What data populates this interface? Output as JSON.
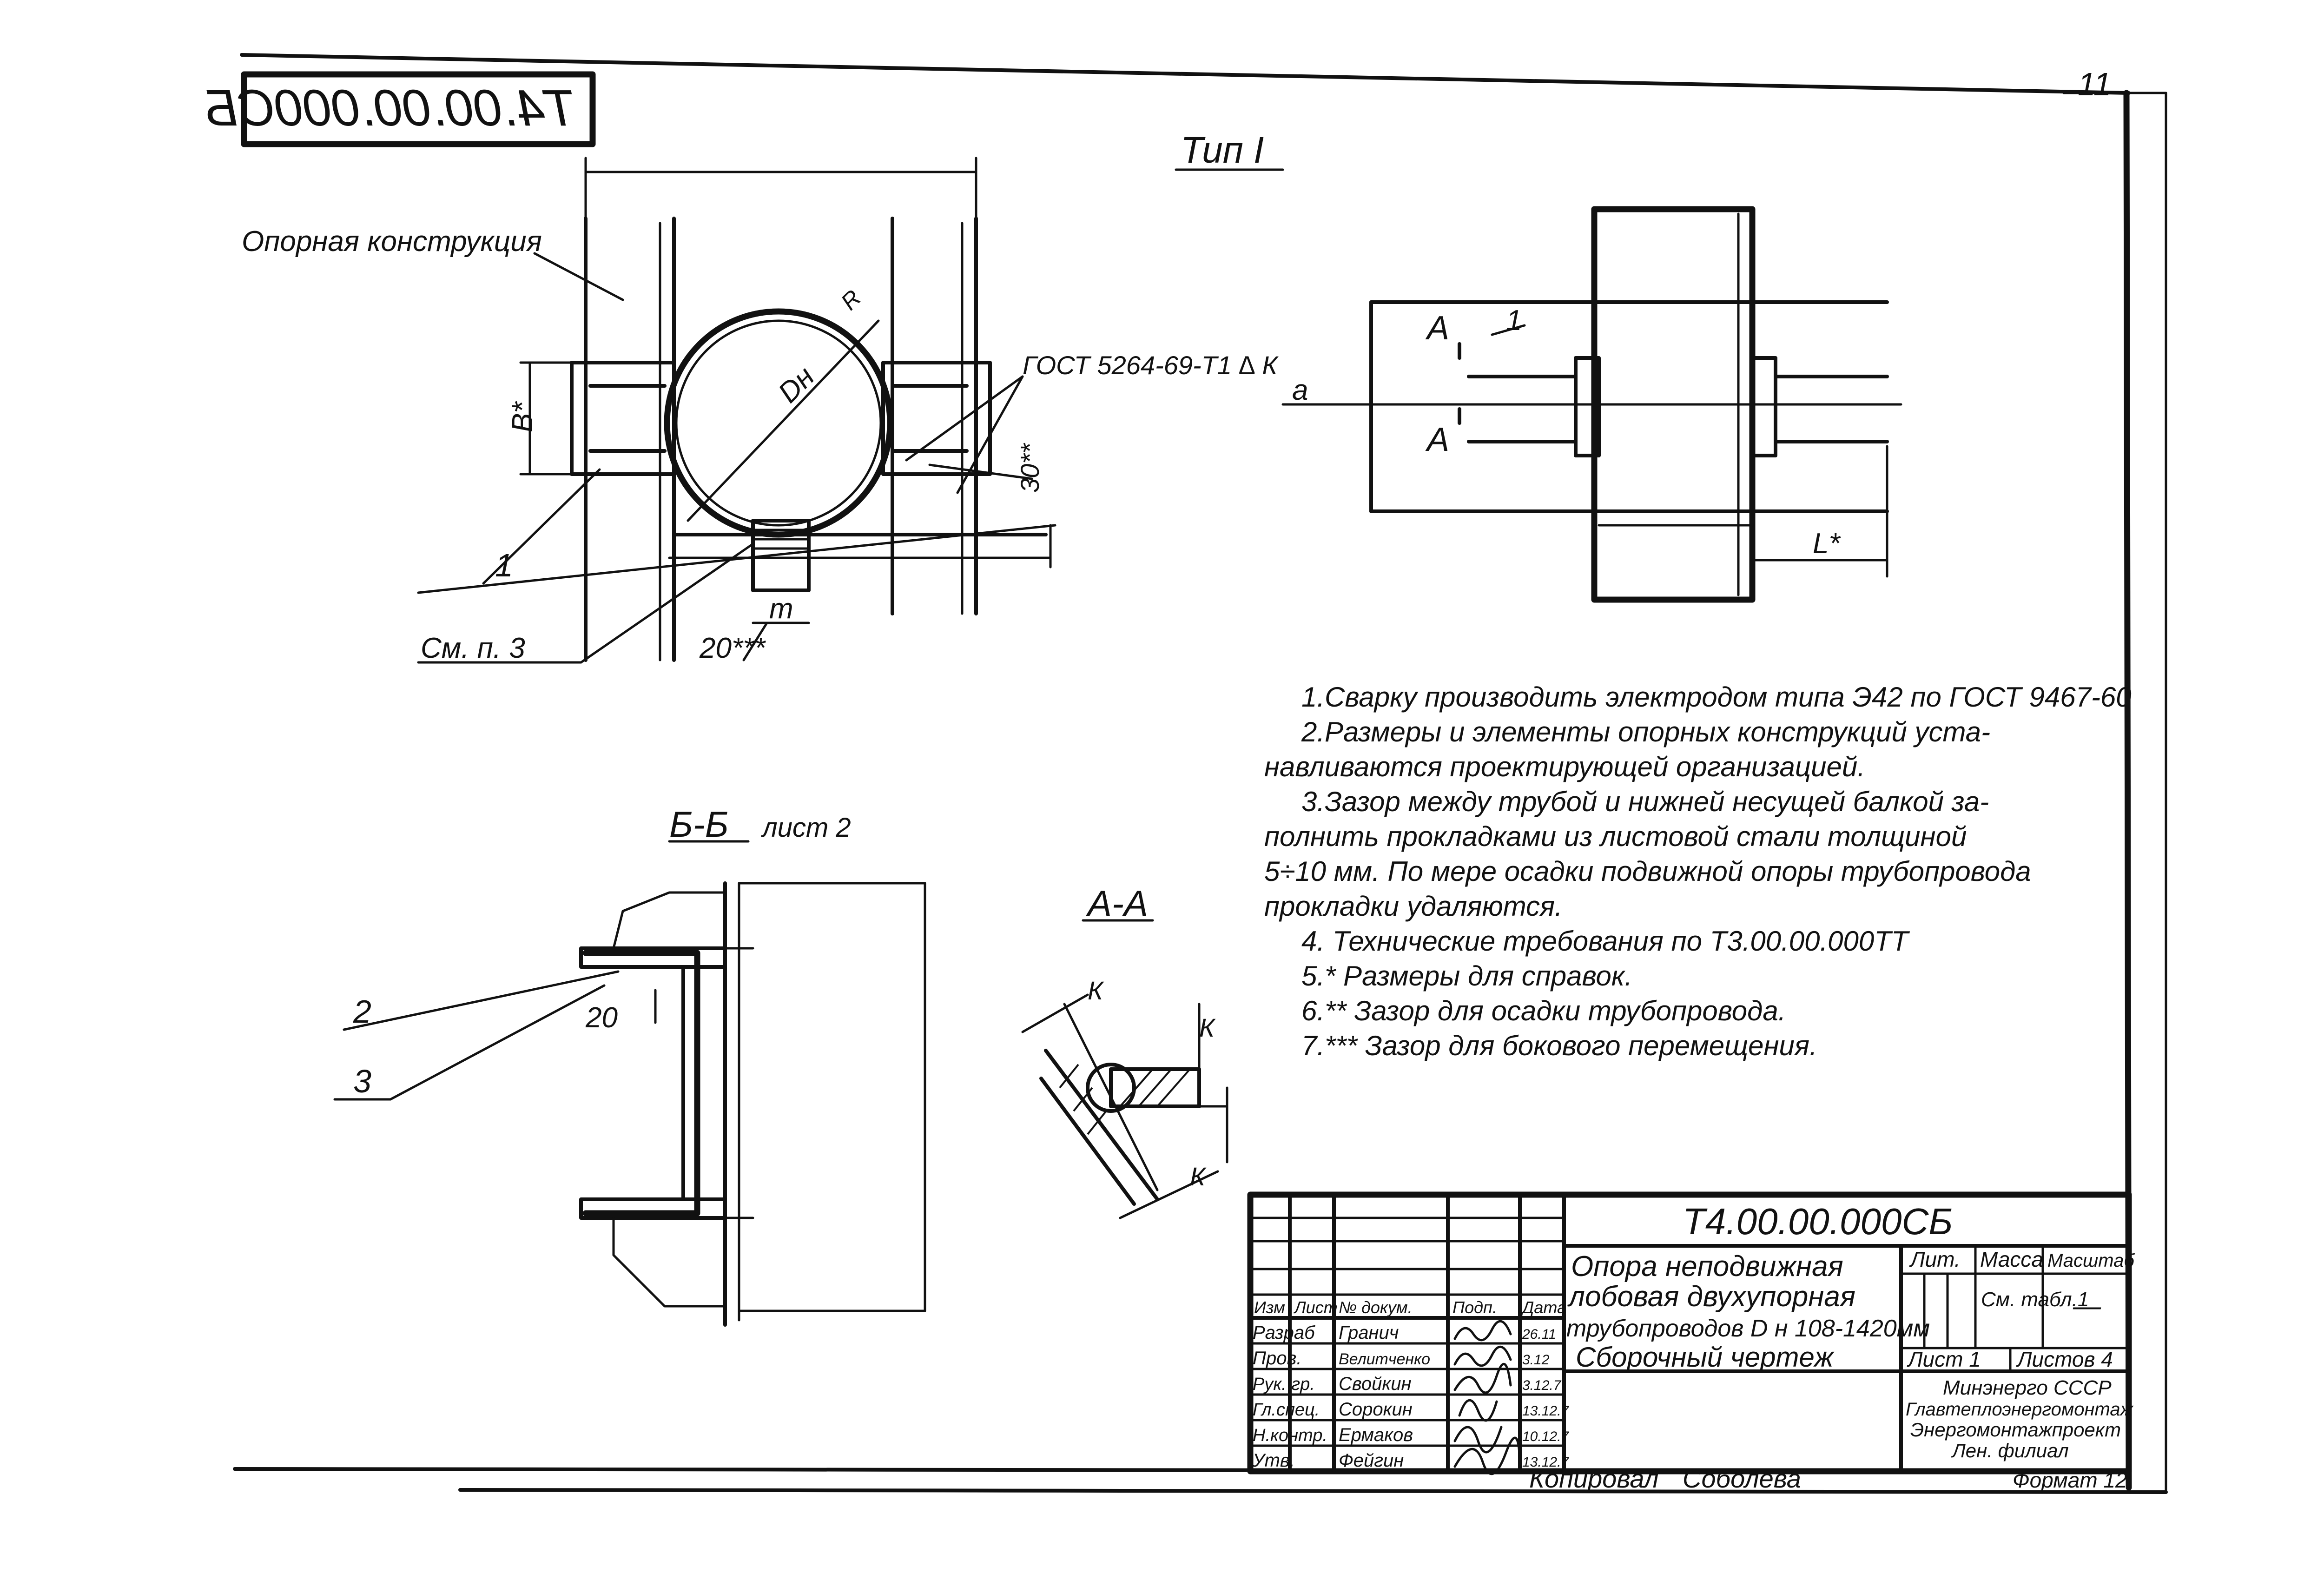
{
  "sheet_number": "11",
  "mirrored_stamp": "Т4.00.00.000СБ",
  "type_label": "Тип I",
  "labels": {
    "support_structure": "Опорная конструкция",
    "weld_gost": "ГОСТ 5264-69-Т1 ∆ К",
    "dim_b": "В*",
    "dim_dn": "Dн",
    "dim_r": "R",
    "dim_30": "30**",
    "dim_m": "m",
    "dim_20_side": "20***",
    "pos1": "1",
    "see_p3": "См. п. 3",
    "section_a_top": "А",
    "section_a_bottom": "А",
    "pos1_right": "1",
    "axis_a": "а",
    "dim_l": "L*",
    "section_bb": "Б-Б",
    "section_bb_sheet": "лист 2",
    "pos2": "2",
    "pos3": "3",
    "dim_20": "20",
    "section_aa": "А-А",
    "weld_k1": "К",
    "weld_k2": "К",
    "weld_k3": "К"
  },
  "notes": [
    "1.Сварку производить электродом типа Э42 по ГОСТ 9467-60",
    "2.Размеры и элементы опорных конструкций уста-",
    "навливаются проектирующей организацией.",
    "3.Зазор между трубой и нижней несущей балкой за-",
    "полнить прокладками из листовой стали толщиной",
    "5÷10 мм. По мере осадки подвижной опоры трубопровода",
    "прокладки удаляются.",
    "4. Технические требования по Т3.00.00.000ТТ",
    "5.* Размеры для справок.",
    "6.** Зазор для осадки трубопровода.",
    "7.*** Зазор для бокового перемещения."
  ],
  "title_block": {
    "designation": "Т4.00.00.000СБ",
    "title_line1": "Опора неподвижная",
    "title_line2": "лобовая двухупорная",
    "title_line3": "трубопроводов D н 108-1420мм",
    "title_line4": "Сборочный чертеж",
    "head_lit": "Лит.",
    "head_mass": "Масса",
    "head_scale": "Масштаб",
    "mass_value": "См. табл.1",
    "scale_value": "—",
    "sheet": "Лист 1",
    "sheets": "Листов 4",
    "org_line1": "Минэнерго СССР",
    "org_line2": "Главтеплоэнергомонтаж",
    "org_line3": "Энергомонтажпроект",
    "org_line4": "Лен. филиал",
    "header_cols": [
      "Изм",
      "Лист",
      "№ докум.",
      "Подп.",
      "Дата"
    ],
    "rows": [
      {
        "role": "Разраб",
        "name": "Гранич",
        "date": "26.11"
      },
      {
        "role": "Пров.",
        "name": "Велитченко",
        "date": "3.12"
      },
      {
        "role": "Рук. гр.",
        "name": "Свойкин",
        "date": "3.12.7"
      },
      {
        "role": "Гл.спец.",
        "name": "Сорокин",
        "date": "13.12.7"
      },
      {
        "role": "Н.контр.",
        "name": "Ермаков",
        "date": "10.12.7"
      },
      {
        "role": "Утв.",
        "name": "Фейгин",
        "date": "13.12.7"
      }
    ],
    "copied": "Копировал",
    "copier": "Соболева",
    "format": "Формат 12"
  }
}
